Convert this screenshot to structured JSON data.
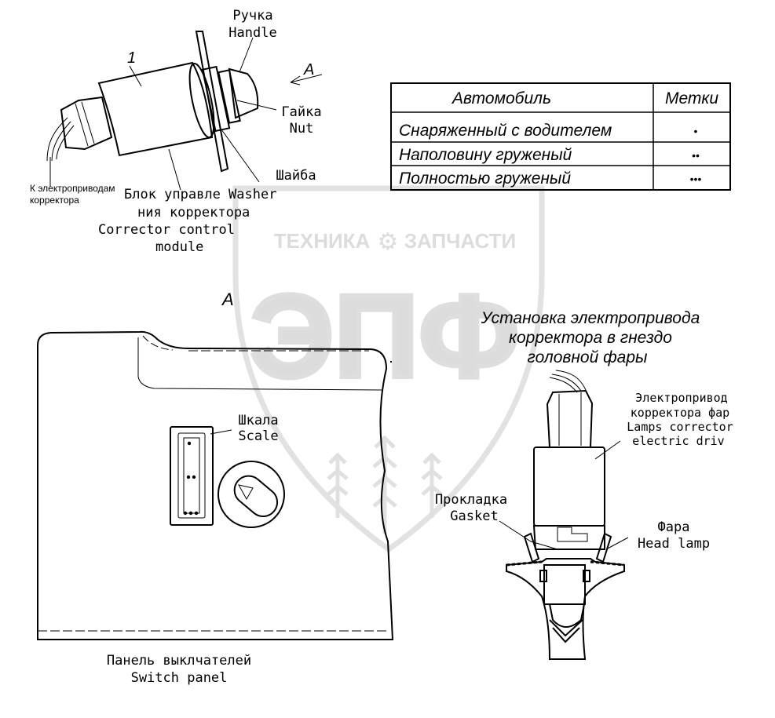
{
  "labels": {
    "handle_ru": "Ручка",
    "handle_en": "Handle",
    "item_number": "1",
    "view_arrow_top": "A",
    "nut_ru": "Гайка",
    "nut_en": "Nut",
    "washer_ru": "Шайба",
    "module_line1": "Блок управле Washer",
    "module_line2": "ния корректора",
    "module_line3": "Corrector control",
    "module_line4": "module",
    "drive_note_line1": "К электроприводам",
    "drive_note_line2": "корректора",
    "view_label": "A",
    "scale_ru": "Шкала",
    "scale_en": "Scale",
    "panel_ru": "Панель выклчателей",
    "panel_en": "Switch panel",
    "install_title_line1": "Установка электропривода",
    "install_title_line2": "корректора в гнездо",
    "install_title_line3": "головной фары",
    "actuator_line1": "Электропривод",
    "actuator_line2": "корректора фар",
    "actuator_line3": "Lamps corrector",
    "actuator_line4": "electric driv",
    "gasket_ru": "Прокладка",
    "gasket_en": "Gasket",
    "headlamp_ru": "Фара",
    "headlamp_en": "Head lamp"
  },
  "load_table": {
    "header_car": "Автомобиль",
    "header_marks": "Метки",
    "rows": [
      {
        "car": "Снаряженный с водителем",
        "marks": "•"
      },
      {
        "car": "Наполовину груженый",
        "marks": "••"
      },
      {
        "car": "Полностью груженый",
        "marks": "•••"
      }
    ]
  },
  "watermark": {
    "left_word": "ТЕХНИКА",
    "right_word": "ЗАПЧАСТИ",
    "big_letters": "ЭПФ"
  }
}
